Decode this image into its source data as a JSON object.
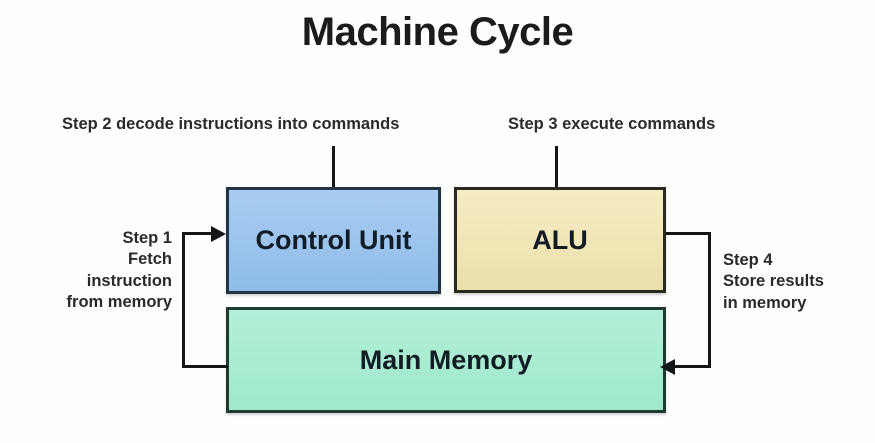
{
  "diagram": {
    "title": "Machine Cycle",
    "background_color": "#fefefe",
    "boxes": [
      {
        "id": "control-unit",
        "label": "Control Unit",
        "fill": "#9cc4ee",
        "border": "#233445"
      },
      {
        "id": "alu",
        "label": "ALU",
        "fill": "#f0e5b5",
        "border": "#2b2a21"
      },
      {
        "id": "main-memory",
        "label": "Main Memory",
        "fill": "#a8ecd1",
        "border": "#1f3a30"
      }
    ],
    "captions": {
      "step1": {
        "line1": "Step 1",
        "line2": "Fetch",
        "line3": "instruction",
        "line4": "from memory"
      },
      "step2": {
        "line1": "Step 2 decode instructions into commands"
      },
      "step3": {
        "line1": "Step 3 execute commands"
      },
      "step4": {
        "line1": "Step 4",
        "line2": "Store results",
        "line3": "in memory"
      }
    },
    "connectors": [
      {
        "id": "memory-to-control-unit",
        "from": "main-memory",
        "to": "control-unit",
        "arrowhead": "right"
      },
      {
        "id": "alu-to-memory",
        "from": "alu",
        "to": "main-memory",
        "arrowhead": "left"
      },
      {
        "id": "step2-stem",
        "from": "step2-caption",
        "to": "control-unit",
        "arrowhead": "none"
      },
      {
        "id": "step3-stem",
        "from": "step3-caption",
        "to": "alu",
        "arrowhead": "none"
      }
    ],
    "line_color": "#14161a"
  }
}
